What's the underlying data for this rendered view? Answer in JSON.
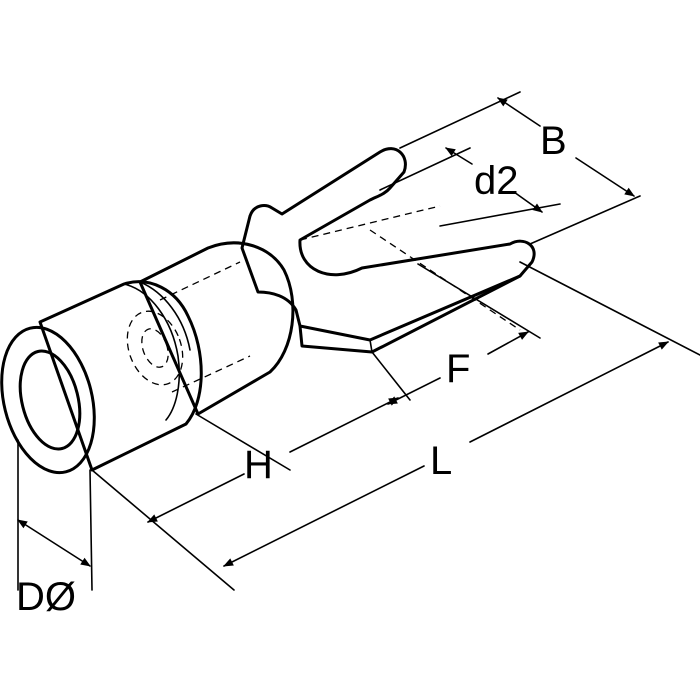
{
  "dimensions": {
    "B": "B",
    "d2": "d2",
    "F": "F",
    "H": "H",
    "L": "L",
    "D": "DØ"
  },
  "colors": {
    "stroke": "#000000",
    "fill": "#ffffff"
  }
}
